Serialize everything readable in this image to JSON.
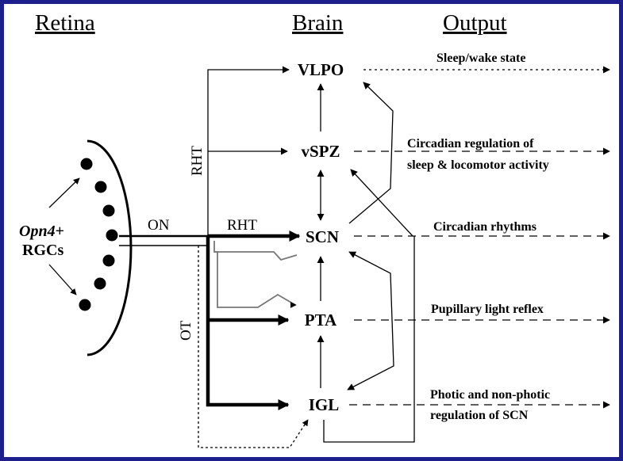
{
  "headers": {
    "retina": "Retina",
    "brain": "Brain",
    "output": "Output"
  },
  "retina": {
    "gene": "Opn4",
    "plus": "+",
    "cells": "RGCs"
  },
  "tracts": {
    "on": "ON",
    "rht_top": "RHT",
    "rht_mid": "RHT",
    "ot": "OT"
  },
  "nodes": {
    "vlpo": "VLPO",
    "vspz": "vSPZ",
    "scn": "SCN",
    "pta": "PTA",
    "igl": "IGL"
  },
  "outputs": {
    "sleep_wake": "Sleep/wake state",
    "circ_reg_1": "Circadian regulation of",
    "circ_reg_2": "sleep & locomotor activity",
    "circ_rhythms": "Circadian rhythms",
    "pupillary": "Pupillary light reflex",
    "photic_1": "Photic and non-photic",
    "photic_2": "regulation of SCN"
  },
  "colors": {
    "frame": "#1c1f8c",
    "background": "#ffffff",
    "ink": "#000000",
    "light_tract": "#777777"
  }
}
